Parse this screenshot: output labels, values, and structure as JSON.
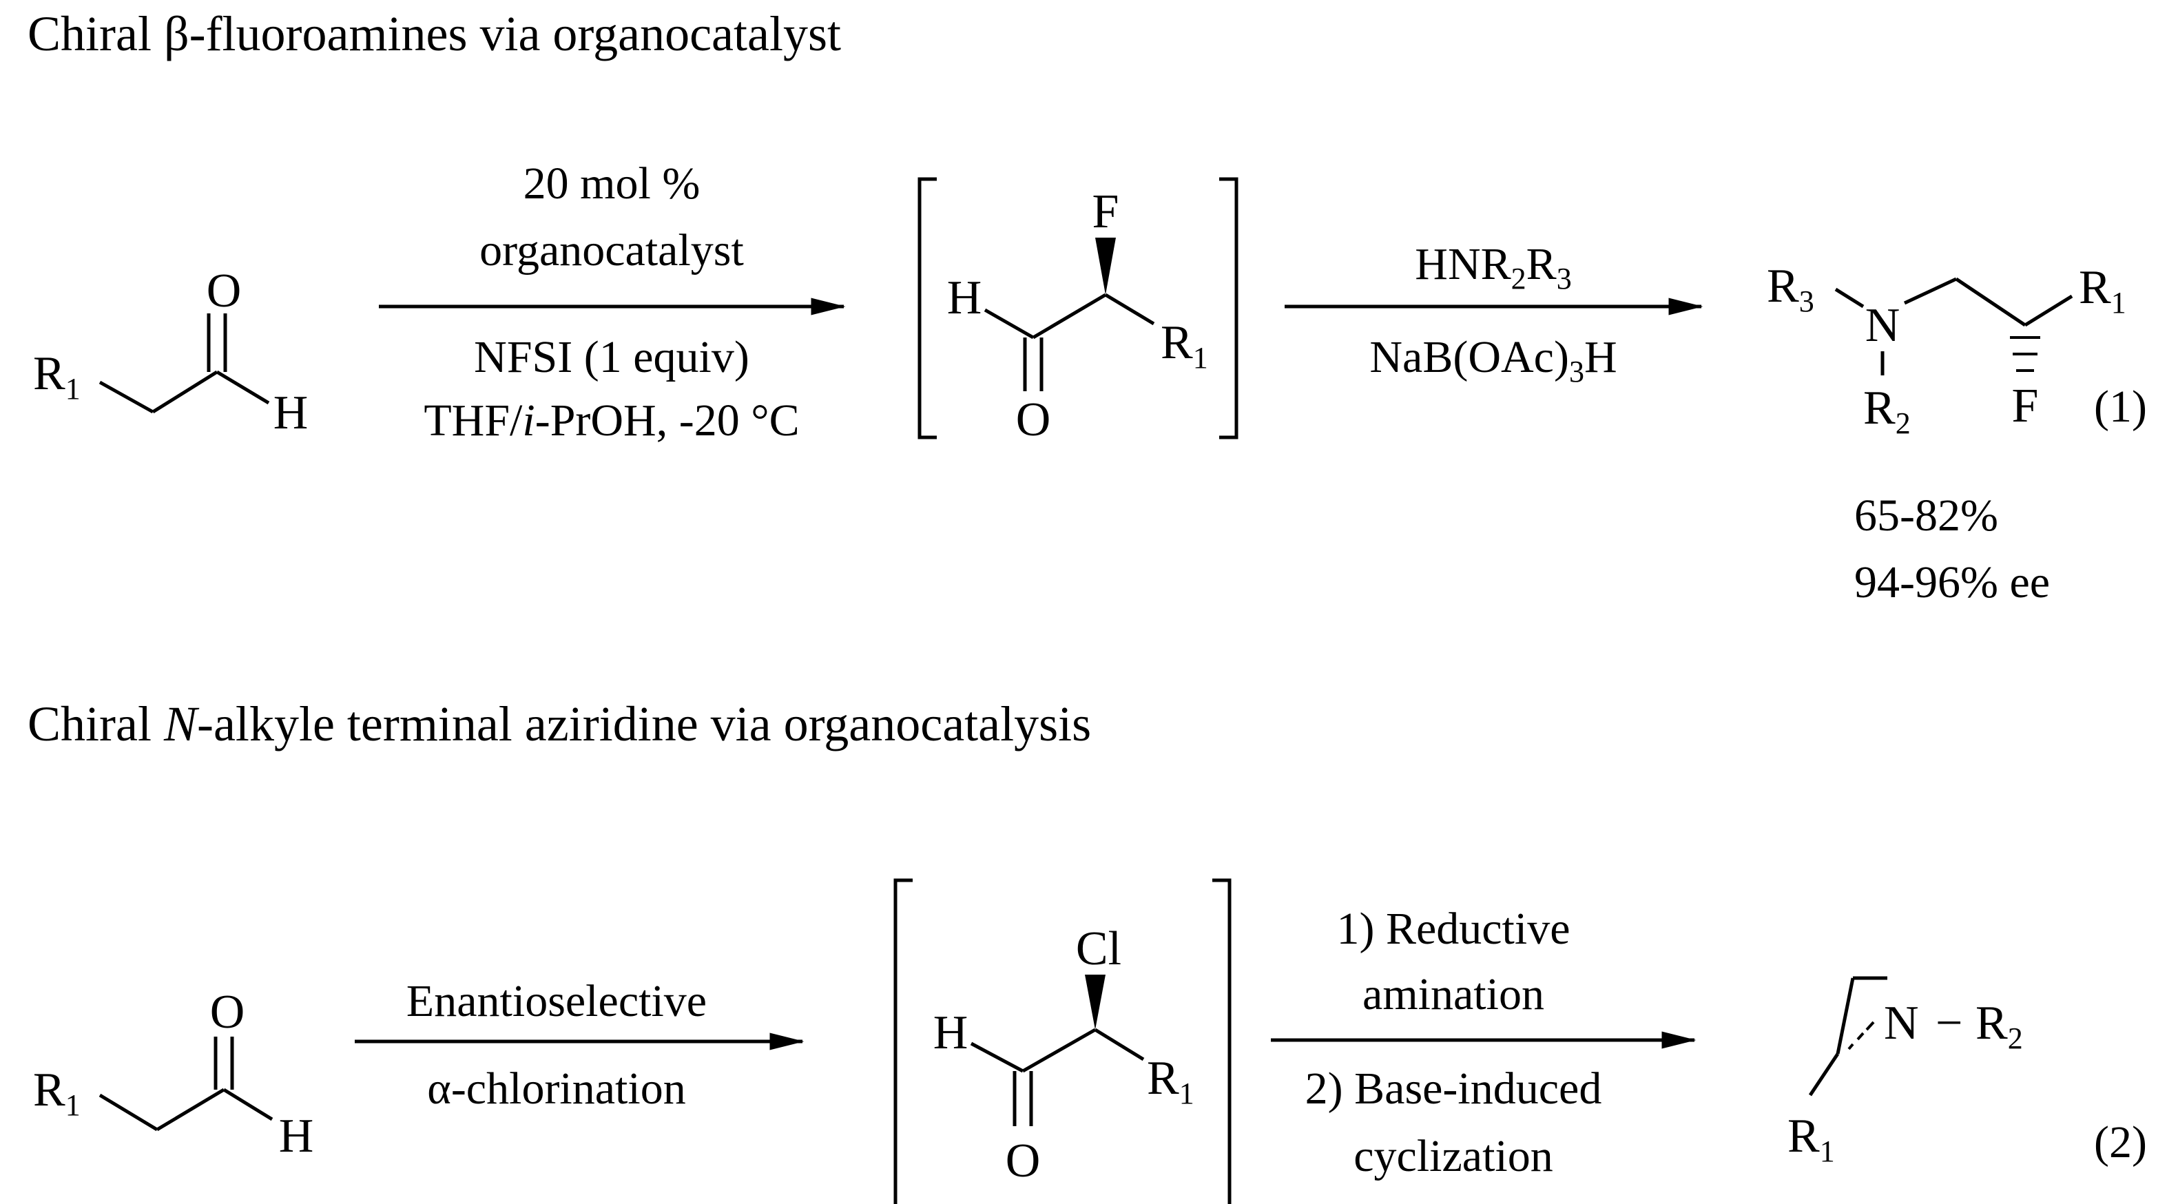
{
  "scheme1": {
    "title_pre": "Chiral β-fluoroamines via organocatalyst",
    "reagents_above": [
      "20 mol %",
      "organocatalyst"
    ],
    "reagents_below": [
      "NFSI (1 equiv)"
    ],
    "solvent_pre": "THF/",
    "solvent_italic": "i",
    "solvent_post": "-PrOH, -20 °C",
    "reagents2_above_parts": [
      "HNR",
      "2",
      "R",
      "3"
    ],
    "reagents2_below_parts": [
      "NaB(OAc)",
      "3",
      "H"
    ],
    "yield": "65-82%",
    "ee": "94-96% ee",
    "equation_number": "(1)"
  },
  "scheme2": {
    "title_pre": "Chiral ",
    "title_italic": "N",
    "title_post": "-alkyle terminal aziridine via organocatalysis",
    "reagents_above": [
      "Enantioselective"
    ],
    "reagents_below": [
      "α-chlorination"
    ],
    "steps_above": [
      "1) Reductive",
      "amination"
    ],
    "steps_below": [
      "2) Base-induced",
      "cyclization"
    ],
    "equation_number": "(2)"
  },
  "atoms": {
    "O": "O",
    "H": "H",
    "F": "F",
    "Cl": "Cl",
    "N": "N",
    "R": "R",
    "sub1": "1",
    "sub2": "2",
    "sub3": "3",
    "dash": "−"
  }
}
